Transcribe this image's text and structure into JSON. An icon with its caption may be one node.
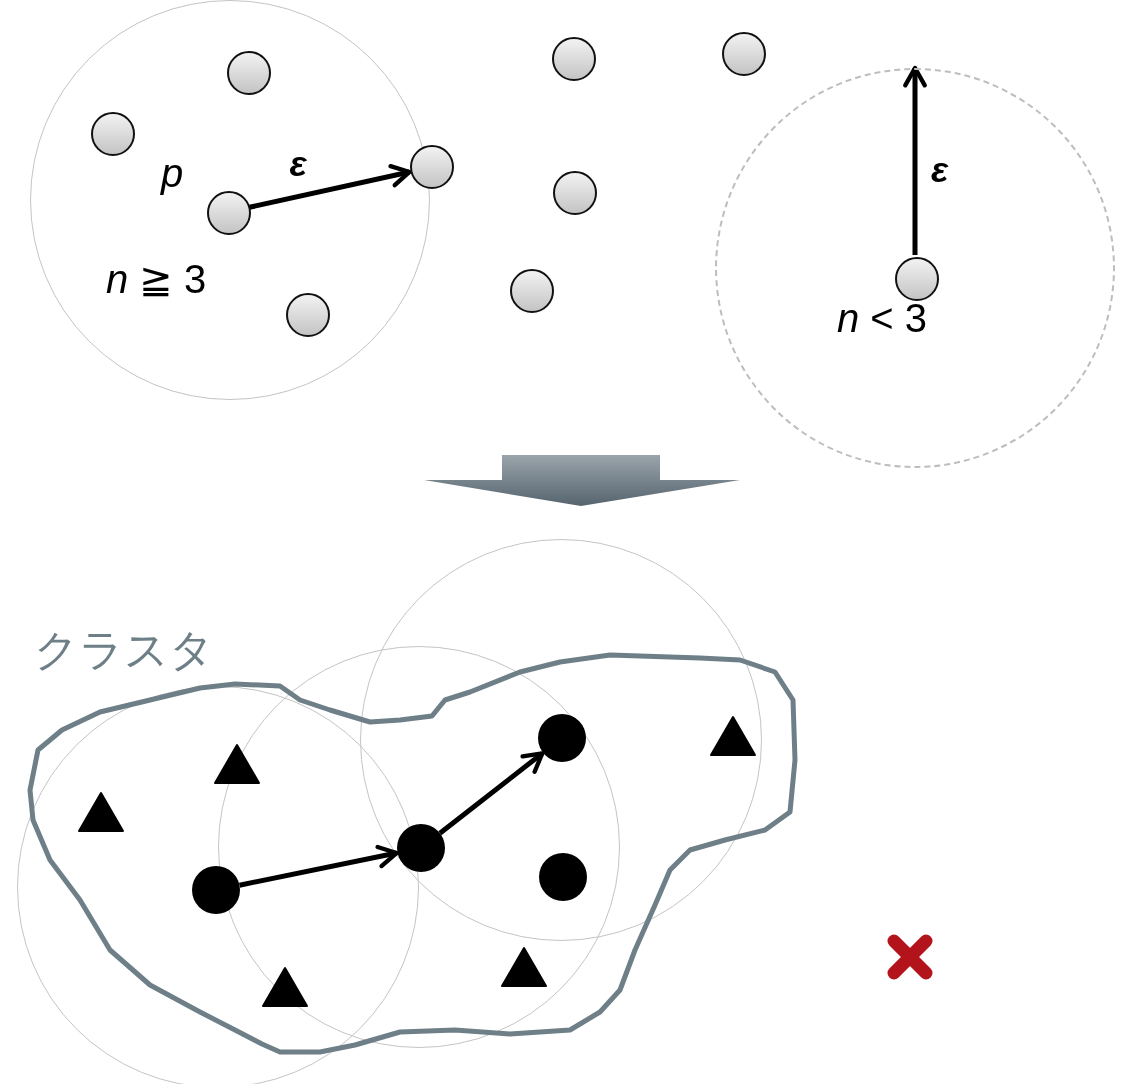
{
  "diagram": {
    "nodes": [
      {
        "text": [
          "*n* ≧ 3"
        ]
      },
      {
        "text": [],
        "shape": "circle",
        "in": 0
      },
      {
        "text": [],
        "shape": "circle",
        "in": 0
      },
      {
        "text": [],
        "shape": "circle",
        "in": 0,
        "beside": [
          "*p*"
        ]
      },
      {
        "text": [],
        "shape": "circle"
      },
      {
        "text": [],
        "shape": "circle",
        "in": 0
      },
      {
        "text": [],
        "shape": "circle"
      },
      {
        "text": [],
        "shape": "circle"
      },
      {
        "text": [],
        "shape": "circle"
      },
      {
        "text": [],
        "shape": "circle"
      },
      {
        "text": [
          "*n* < 3"
        ]
      },
      {
        "text": [],
        "shape": "circle",
        "in": 10
      },
      {
        "text": [],
        "shape": "circle"
      },
      {
        "text": [],
        "shape": "circle"
      },
      {
        "text": [],
        "shape": "circle"
      },
      {
        "text": [],
        "shape": "circle"
      },
      {
        "text": [],
        "shape": "triangle"
      },
      {
        "text": [],
        "shape": "triangle"
      },
      {
        "text": [],
        "shape": "triangle"
      },
      {
        "text": [],
        "shape": "triangle"
      },
      {
        "text": [],
        "shape": "triangle"
      },
      {
        "text": [],
        "shape": "cross"
      }
    ],
    "edges": [
      {
        "from": 3,
        "to": 4,
        "arrow": "to",
        "label": "ε"
      },
      {
        "from": 11,
        "to": 10,
        "arrow": "to",
        "label": "ε"
      },
      {
        "from": 12,
        "to": 13,
        "arrow": "to"
      },
      {
        "from": 13,
        "to": 14,
        "arrow": "to"
      }
    ],
    "labels": [
      "クラスタ"
    ]
  }
}
